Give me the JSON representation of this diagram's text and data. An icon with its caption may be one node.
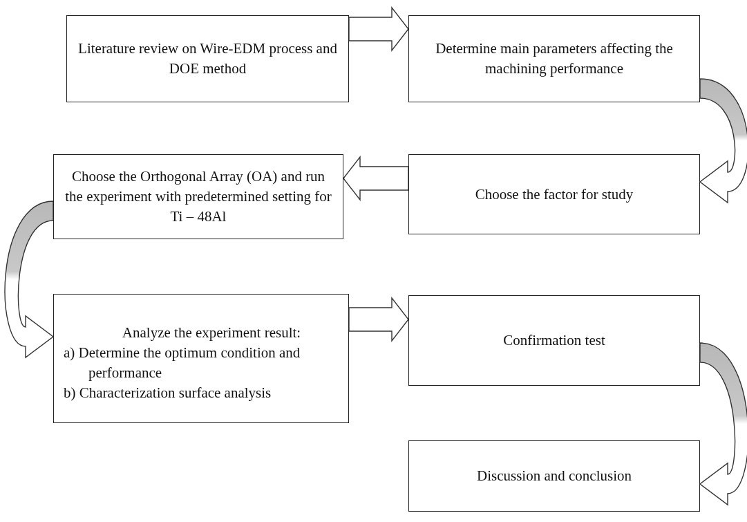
{
  "diagram": {
    "nodes": [
      {
        "text": [
          "Literature review on Wire-EDM process and DOE method"
        ]
      },
      {
        "text": [
          "Determine main parameters affecting the machining performance"
        ]
      },
      {
        "text": [
          "Choose the Orthogonal Array (OA) and run the experiment with predetermined setting for Ti – 48Al"
        ]
      },
      {
        "text": [
          "Choose the factor for study"
        ]
      },
      {
        "text": [
          "Analyze the experiment result:",
          "a) Determine the optimum condition and performance",
          "b) Characterization surface analysis"
        ]
      },
      {
        "text": [
          "Confirmation test"
        ]
      },
      {
        "text": [
          "Discussion and conclusion"
        ]
      }
    ],
    "edges": [
      {
        "from": 0,
        "to": 1,
        "arrow": "to"
      },
      {
        "from": 1,
        "to": 3,
        "arrow": "to"
      },
      {
        "from": 3,
        "to": 2,
        "arrow": "to"
      },
      {
        "from": 2,
        "to": 4,
        "arrow": "to"
      },
      {
        "from": 4,
        "to": 5,
        "arrow": "to"
      },
      {
        "from": 5,
        "to": 6,
        "arrow": "to"
      }
    ]
  }
}
